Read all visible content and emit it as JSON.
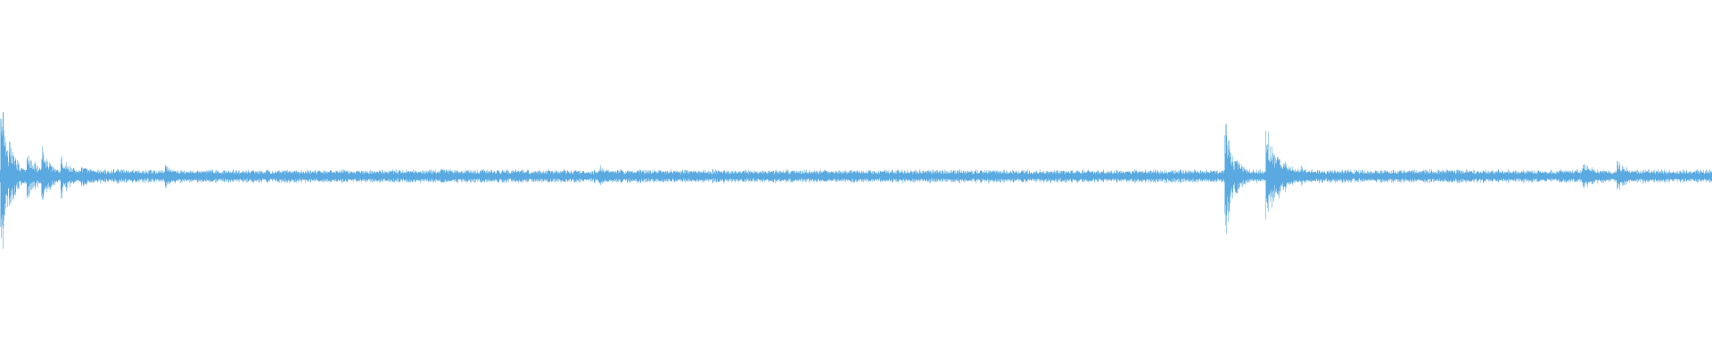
{
  "waveform": {
    "color": "#5aa9e0",
    "background": "#ffffff",
    "baseline_amplitude": 0.035,
    "events": [
      {
        "time": 0.001,
        "amplitude": 0.62,
        "decay": 0.004
      },
      {
        "time": 0.006,
        "amplitude": 0.25,
        "decay": 0.006
      },
      {
        "time": 0.016,
        "amplitude": 0.17,
        "decay": 0.01
      },
      {
        "time": 0.025,
        "amplitude": 0.22,
        "decay": 0.006
      },
      {
        "time": 0.036,
        "amplitude": 0.16,
        "decay": 0.008
      },
      {
        "time": 0.048,
        "amplitude": 0.09,
        "decay": 0.01
      },
      {
        "time": 0.069,
        "amplitude": 0.06,
        "decay": 0.01
      },
      {
        "time": 0.097,
        "amplitude": 0.13,
        "decay": 0.006
      },
      {
        "time": 0.258,
        "amplitude": 0.07,
        "decay": 0.008
      },
      {
        "time": 0.351,
        "amplitude": 0.08,
        "decay": 0.006
      },
      {
        "time": 0.716,
        "amplitude": 0.6,
        "decay": 0.003
      },
      {
        "time": 0.722,
        "amplitude": 0.17,
        "decay": 0.006
      },
      {
        "time": 0.74,
        "amplitude": 0.38,
        "decay": 0.006
      },
      {
        "time": 0.746,
        "amplitude": 0.18,
        "decay": 0.01
      },
      {
        "time": 0.76,
        "amplitude": 0.08,
        "decay": 0.01
      },
      {
        "time": 0.925,
        "amplitude": 0.1,
        "decay": 0.012
      },
      {
        "time": 0.945,
        "amplitude": 0.13,
        "decay": 0.008
      },
      {
        "time": 0.96,
        "amplitude": 0.07,
        "decay": 0.01
      }
    ]
  }
}
